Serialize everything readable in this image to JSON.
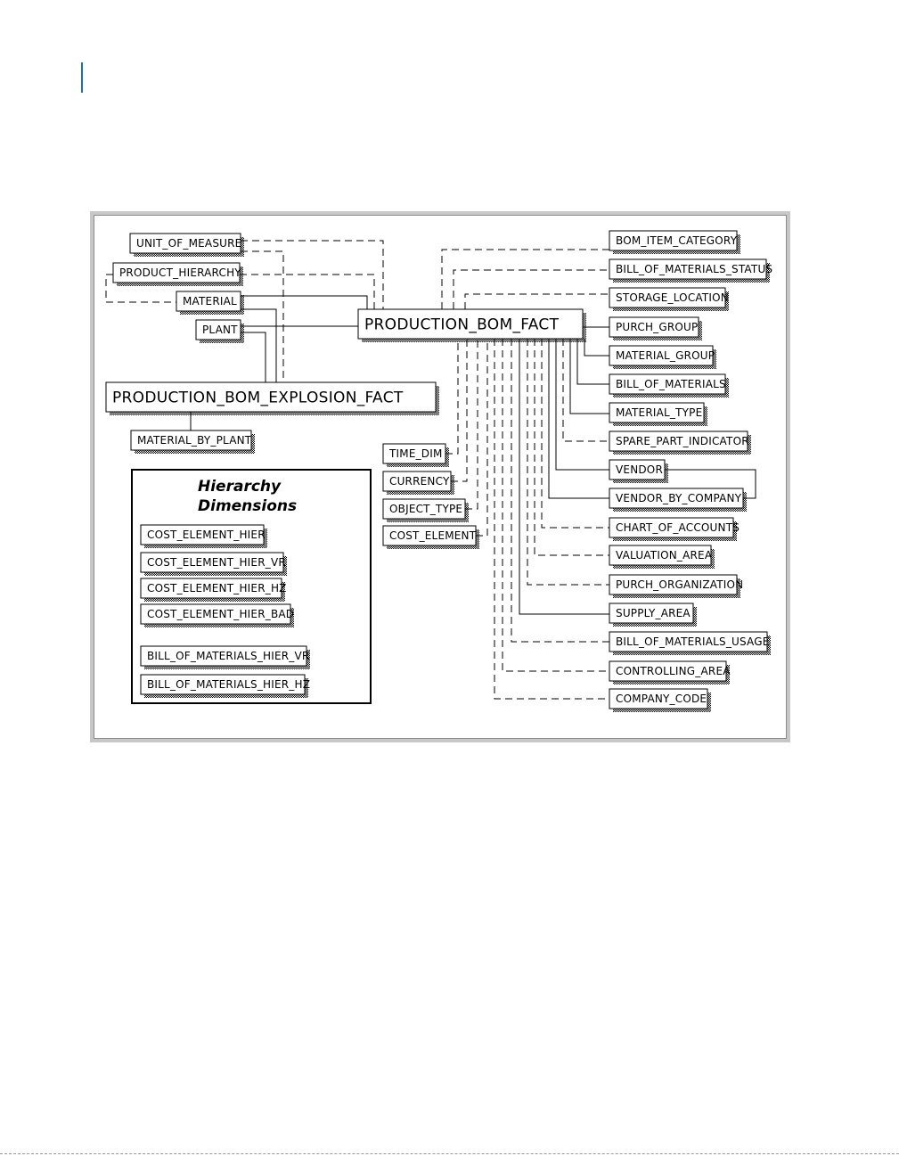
{
  "diagram": {
    "fact_tables": [
      "PRODUCTION_BOM_FACT",
      "PRODUCTION_BOM_EXPLOSION_FACT"
    ],
    "left_dimensions": [
      "UNIT_OF_MEASURE",
      "PRODUCT_HIERARCHY",
      "MATERIAL",
      "PLANT",
      "MATERIAL_BY_PLANT"
    ],
    "middle_dimensions": [
      "TIME_DIM",
      "CURRENCY",
      "OBJECT_TYPE",
      "COST_ELEMENT"
    ],
    "right_dimensions": [
      "BOM_ITEM_CATEGORY",
      "BILL_OF_MATERIALS_STATUS",
      "STORAGE_LOCATION",
      "PURCH_GROUP",
      "MATERIAL_GROUP",
      "BILL_OF_MATERIALS",
      "MATERIAL_TYPE",
      "SPARE_PART_INDICATOR",
      "VENDOR",
      "VENDOR_BY_COMPANY",
      "CHART_OF_ACCOUNTS",
      "VALUATION_AREA",
      "PURCH_ORGANIZATION",
      "SUPPLY_AREA",
      "BILL_OF_MATERIALS_USAGE",
      "CONTROLLING_AREA",
      "COMPANY_CODE"
    ],
    "legend": {
      "title_line1": "Hierarchy",
      "title_line2": "Dimensions",
      "items": [
        "COST_ELEMENT_HIER",
        "COST_ELEMENT_HIER_VR",
        "COST_ELEMENT_HIER_HZ",
        "COST_ELEMENT_HIER_BAD",
        "BILL_OF_MATERIALS_HIER_VR",
        "BILL_OF_MATERIALS_HIER_HZ"
      ]
    },
    "colors": {
      "frame": "#c7c7c7",
      "margin_bar": "#1f6fa8",
      "line": "#000000"
    }
  }
}
